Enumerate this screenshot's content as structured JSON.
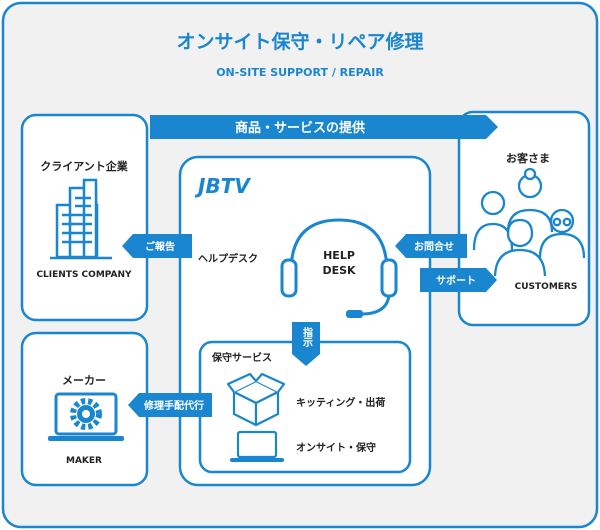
{
  "title": "オンサイト保守・リペア修理",
  "subtitle": "ON-SITE SUPPORT / REPAIR",
  "banner": "商品・サービスの提供",
  "client": {
    "label": "クライアント企業",
    "caption": "CLIENTS COMPANY"
  },
  "maker": {
    "label": "メーカー",
    "caption": "MAKER"
  },
  "customers": {
    "label": "お客さま",
    "caption": "CUSTOMERS"
  },
  "jbtv": {
    "logo": "JBTV",
    "helpdesk_label": "ヘルプデスク",
    "helpdesk_line1": "HELP",
    "helpdesk_line2": "DESK",
    "instruction": "指示",
    "maintenance_title": "保守サービス",
    "service_kitting": "キッティング・出荷",
    "service_onsite": "オンサイト・保守"
  },
  "flows": {
    "report": "ご報告",
    "inquiry": "お問合せ",
    "support": "サポート",
    "repair_arrangement": "修理手配代行"
  },
  "colors": {
    "background": "#f1f1f1",
    "accent": "#1a86d0",
    "border": "#1a86d0",
    "box_fill": "#ffffff",
    "text_dark": "#222222"
  },
  "icons": [
    "building-icon",
    "gear-laptop-icon",
    "people-group-icon",
    "headset-icon",
    "box-icon",
    "laptop-icon"
  ]
}
